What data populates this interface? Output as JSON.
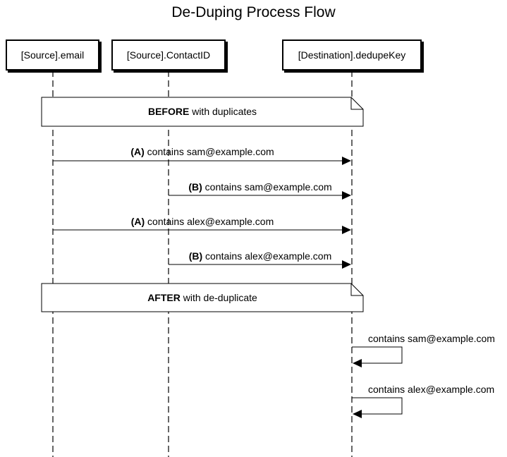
{
  "title": "De-Duping Process Flow",
  "actors": [
    {
      "name": "[Source].email"
    },
    {
      "name": "[Source].ContactID"
    },
    {
      "name": "[Destination].dedupeKey"
    }
  ],
  "notes": [
    {
      "bold": "BEFORE",
      "text": " with duplicates"
    },
    {
      "bold": "AFTER",
      "text": " with de-duplicate"
    }
  ],
  "messages": [
    {
      "from": "[Source].email",
      "to": "[Destination].dedupeKey",
      "tag": "(A)",
      "text": " contains sam@example.com"
    },
    {
      "from": "[Source].ContactID",
      "to": "[Destination].dedupeKey",
      "tag": "(B)",
      "text": " contains sam@example.com"
    },
    {
      "from": "[Source].email",
      "to": "[Destination].dedupeKey",
      "tag": "(A)",
      "text": " contains alex@example.com"
    },
    {
      "from": "[Source].ContactID",
      "to": "[Destination].dedupeKey",
      "tag": "(B)",
      "text": " contains alex@example.com"
    }
  ],
  "self_messages": [
    {
      "actor": "[Destination].dedupeKey",
      "text": "contains sam@example.com"
    },
    {
      "actor": "[Destination].dedupeKey",
      "text": "contains alex@example.com"
    }
  ]
}
